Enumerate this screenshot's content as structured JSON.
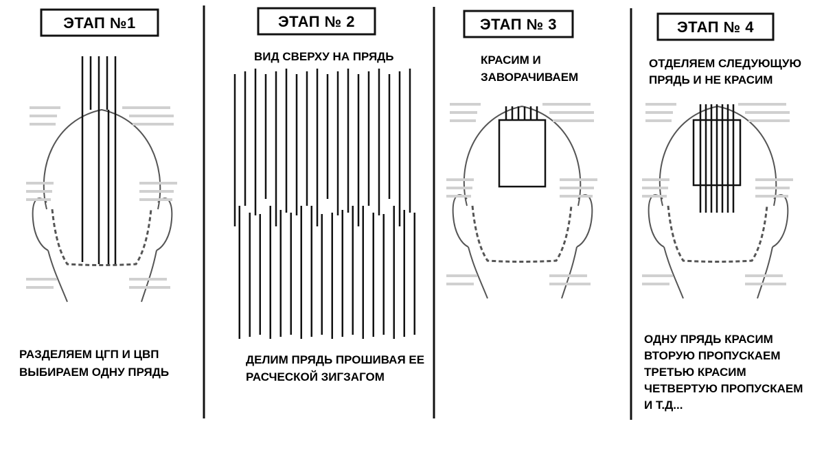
{
  "stages": [
    {
      "title": "ЭТАП №1",
      "caption_lines": [
        "РАЗДЕЛЯЕМ ЦГП И ЦВП",
        "ВЫБИРАЕМ ОДНУ ПРЯДЬ"
      ]
    },
    {
      "title": "ЭТАП № 2",
      "subtitle": "ВИД СВЕРХУ НА ПРЯДЬ",
      "caption_lines": [
        "ДЕЛИМ ПРЯДЬ ПРОШИВАЯ ЕЕ",
        "РАСЧЕСКОЙ ЗИГЗАГОМ"
      ]
    },
    {
      "title": "ЭТАП № 3",
      "subtitle_lines": [
        "КРАСИМ И",
        "ЗАВОРАЧИВАЕМ"
      ]
    },
    {
      "title": "ЭТАП № 4",
      "subtitle_lines": [
        "ОТДЕЛЯЕМ СЛЕДУЮЩУЮ",
        "ПРЯДЬ И НЕ КРАСИМ"
      ],
      "caption_lines": [
        "ОДНУ ПРЯДЬ КРАСИМ",
        "ВТОРУЮ ПРОПУСКАЕМ",
        "ТРЕТЬЮ КРАСИМ",
        "ЧЕТВЕРТУЮ ПРОПУСКАЕМ",
        "И Т.Д..."
      ]
    }
  ],
  "colors": {
    "ink": "#111111",
    "sketch": "#555555",
    "faded_text": "#c8c8c8"
  }
}
